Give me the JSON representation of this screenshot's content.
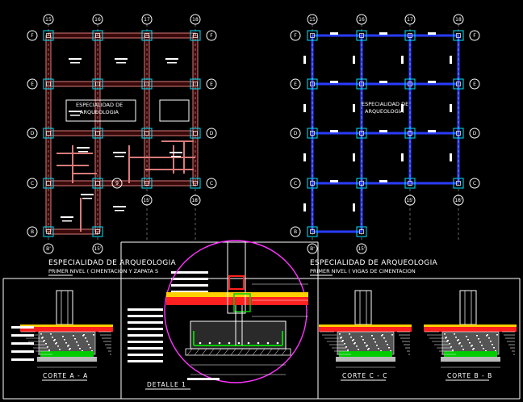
{
  "plan_left": {
    "title": "ESPECIALIDAD DE ARQUEOLOGIA",
    "subtitle": "PRIMER NIVEL ( CIMENTACION Y ZAPATA S",
    "room_label_line1": "ESPECIALIDAD DE",
    "room_label_line2": "ARQUEOLOGIA",
    "col_axes": [
      "15",
      "16",
      "17",
      "18"
    ],
    "row_axes": [
      "F",
      "E",
      "D",
      "C",
      "B"
    ],
    "bottom_bubbles": [
      "B'",
      "15'",
      "9",
      "18'"
    ]
  },
  "plan_right": {
    "title": "ESPECIALIDAD DE ARQUEOLOGIA",
    "subtitle": "PRIMER NIVEL ( VIGAS DE CIMENTACION",
    "room_label_line1": "ESPECIALIDAD DE",
    "room_label_line2": "ARQUEOLOGIA",
    "col_axes": [
      "15",
      "16",
      "17",
      "18"
    ],
    "row_axes": [
      "F",
      "E",
      "D",
      "C",
      "B"
    ],
    "bottom_bubbles": [
      "B'",
      "15'",
      "18'"
    ]
  },
  "sections": {
    "corte_a": "CORTE A - A",
    "detalle": "DETALLE 1",
    "corte_c": "CORTE C - C",
    "corte_b": "CORTE B - B"
  },
  "colors": {
    "background": "#000000",
    "wall": "#d97a7a",
    "beam": "#2a3cff",
    "column": "#00e5ff",
    "axis_bubble": "#ffffff",
    "detail_circle": "#ff33ff",
    "section_frame": "#ffffff",
    "concrete": "#ffffff",
    "ground_green": "#00cc00",
    "floor_red": "#ff2020",
    "floor_yellow": "#ffd000"
  }
}
